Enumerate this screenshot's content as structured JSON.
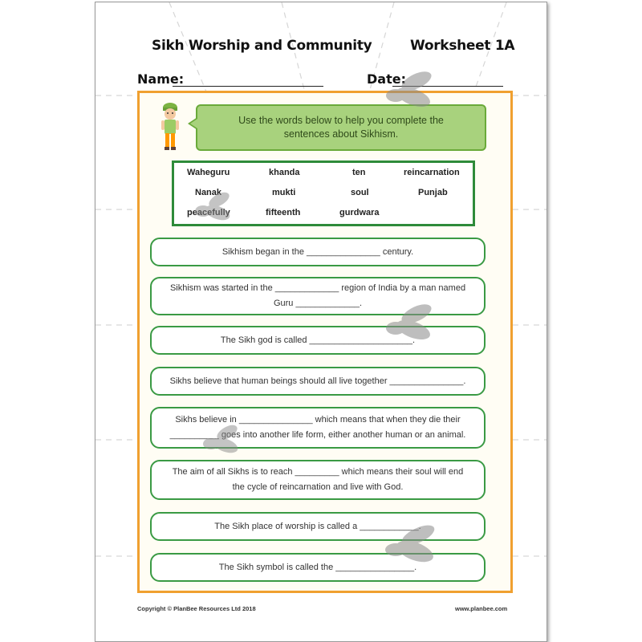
{
  "header": {
    "title": "Sikh Worship and Community",
    "worksheet": "Worksheet 1A",
    "name_label": "Name:",
    "date_label": "Date:"
  },
  "instruction": "Use the words below to help you complete the sentences about Sikhism.",
  "word_bank": {
    "w1": "Waheguru",
    "w2": "khanda",
    "w3": "ten",
    "w4": "reincarnation",
    "w5": "Nanak",
    "w6": "mukti",
    "w7": "soul",
    "w8": "Punjab",
    "w9": "peacefully",
    "w10": "fifteenth",
    "w11": "gurdwara"
  },
  "sentences": {
    "s1": "Sikhism began in the _______________ century.",
    "s2a": "Sikhism was started in the _____________ region of India by a man named",
    "s2b": "Guru _____________.",
    "s3": "The Sikh god is called _____________________.",
    "s4": "Sikhs believe that human beings should all live together _______________.",
    "s5a": "Sikhs believe in _______________ which means that when they die their",
    "s5b": "__________ goes into another life form, either another human or an animal.",
    "s6a": "The aim of all Sikhs is to reach _________ which means their soul will end",
    "s6b": "the cycle of reincarnation and live with God.",
    "s7": "The Sikh place of worship is called a ____________.",
    "s8": "The Sikh symbol is called the ________________."
  },
  "footer": {
    "copyright": "Copyright © PlanBee Resources Ltd 2018",
    "website": "www.planbee.com"
  },
  "colors": {
    "frame": "#f0a030",
    "bubble_fill": "#a8d27d",
    "box_border": "#3a9a44"
  }
}
